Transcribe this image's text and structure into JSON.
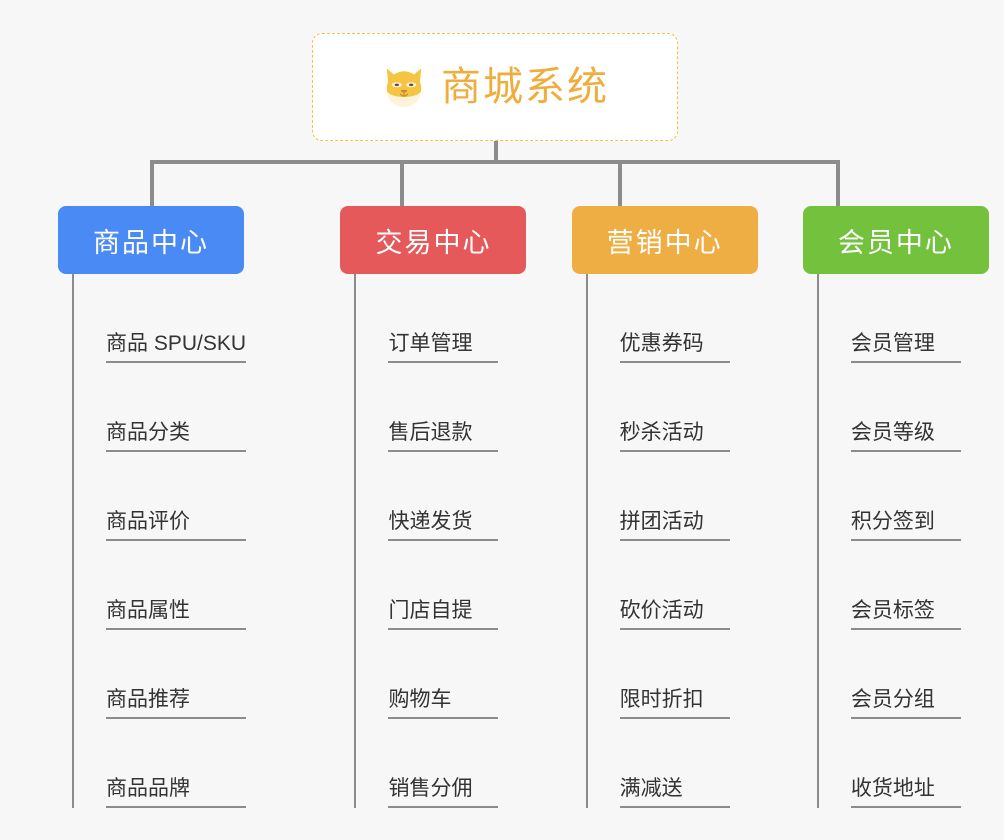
{
  "root": {
    "title": "商城系统",
    "icon": "shiba-dog-icon",
    "border_color": "#f0c14b",
    "text_color": "#f0ad3e"
  },
  "connector_color": "#8c8c8c",
  "background_color": "#f7f7f7",
  "columns": [
    {
      "label": "商品中心",
      "color": "#4a8af4",
      "items": [
        "商品 SPU/SKU",
        "商品分类",
        "商品评价",
        "商品属性",
        "商品推荐",
        "商品品牌"
      ]
    },
    {
      "label": "交易中心",
      "color": "#e5595b",
      "items": [
        "订单管理",
        "售后退款",
        "快递发货",
        "门店自提",
        "购物车",
        "销售分佣"
      ]
    },
    {
      "label": "营销中心",
      "color": "#eeae43",
      "items": [
        "优惠券码",
        "秒杀活动",
        "拼团活动",
        "砍价活动",
        "限时折扣",
        "满减送"
      ]
    },
    {
      "label": "会员中心",
      "color": "#73c13d",
      "items": [
        "会员管理",
        "会员等级",
        "积分签到",
        "会员标签",
        "会员分组",
        "收货地址"
      ]
    }
  ]
}
